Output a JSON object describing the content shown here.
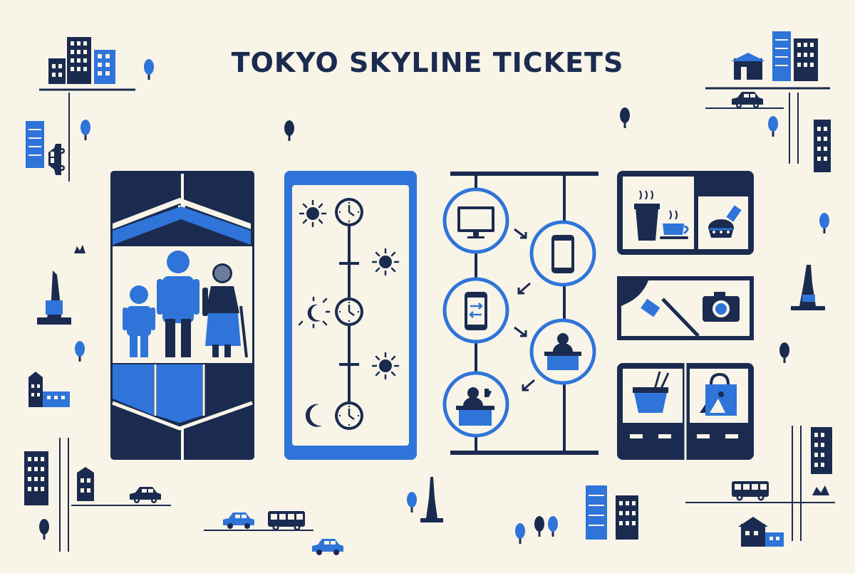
{
  "title": "TOKYO SKYLINE TICKETS",
  "colors": {
    "navy": "#1b2b50",
    "blue": "#2f74d9",
    "background": "#f8f4e8"
  },
  "panels": [
    {
      "id": "visitors",
      "icons": [
        "child-icon",
        "adult-icon",
        "senior-icon"
      ]
    },
    {
      "id": "time-slots",
      "icons": [
        "sun-icon",
        "clock-icon",
        "sun-icon",
        "moon-icon",
        "clock-icon",
        "sun-icon",
        "crescent-moon-icon",
        "clock-icon"
      ]
    },
    {
      "id": "booking-flow",
      "icons": [
        "monitor-icon",
        "smartphone-icon",
        "mobile-transfer-icon",
        "ticket-counter-icon",
        "ticket-agent-icon"
      ]
    },
    {
      "id": "amenities",
      "icons": [
        "coffee-icon",
        "tea-cup-icon",
        "cake-icon",
        "camera-icon",
        "noodle-bowl-icon",
        "shopping-bag-icon"
      ]
    }
  ]
}
